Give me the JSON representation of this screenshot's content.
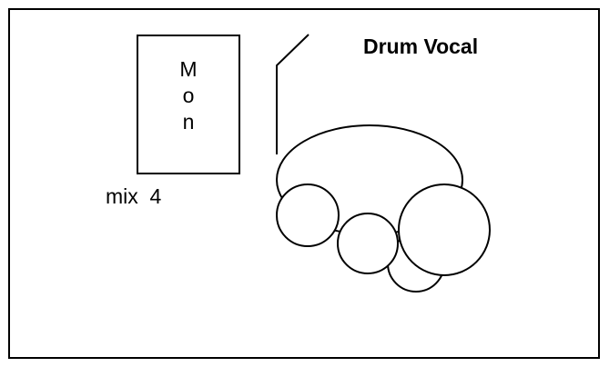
{
  "title": "Drum Vocal",
  "monitor": {
    "letters": [
      "M",
      "o",
      "n"
    ],
    "mix_label": "mix  4"
  },
  "colors": {
    "stroke": "#000000",
    "fill": "#ffffff"
  }
}
